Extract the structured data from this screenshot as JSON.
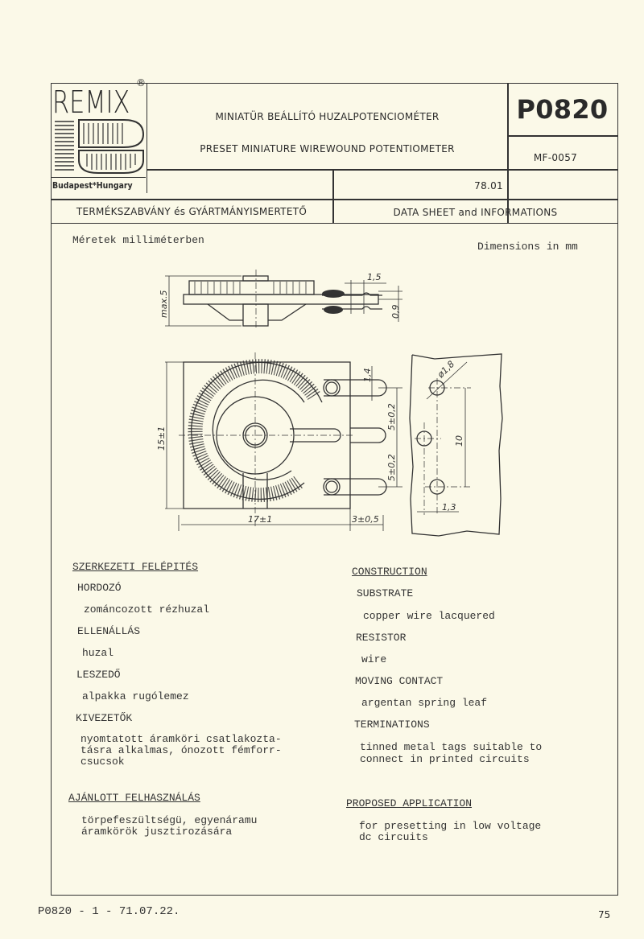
{
  "header": {
    "logo_text": "REMIX",
    "logo_registered": "®",
    "logo_location": "Budapest*Hungary",
    "title_hu": "MINIATÜR BEÁLLÍTÓ HUZALPOTENCIOMÉTER",
    "title_en": "PRESET MINIATURE WIREWOUND POTENTIOMETER",
    "part_number": "P0820",
    "standard_code": "MF-0057",
    "revision": "78.01",
    "doc_type_hu": "TERMÉKSZABVÁNY és GYÁRTMÁNYISMERTETŐ",
    "doc_type_en": "DATA SHEET and INFORMATIONS"
  },
  "dimensions": {
    "label_hu": "Méretek milliméterben",
    "label_en": "Dimensions in mm",
    "side_height": "max.5",
    "tag_width": "1,5",
    "tag_thickness": "0,9",
    "tag_width_top": "1,4",
    "pitch_upper": "5±0,2",
    "pitch_lower": "5±0,2",
    "height": "15±1",
    "width": "17±1",
    "tag_overhang": "3±0,5",
    "hole_diameter": "ø1,8",
    "hole_spacing": "10",
    "hole_offset": "1,3"
  },
  "construction_hu": {
    "heading": "SZERKEZETI FELÉPITÉS",
    "items": [
      {
        "label": "HORDOZÓ",
        "value": "zománcozott rézhuzal"
      },
      {
        "label": "ELLENÁLLÁS",
        "value": "huzal"
      },
      {
        "label": "LESZEDŐ",
        "value": "alpakka rugólemez"
      },
      {
        "label": "KIVEZETŐK",
        "value": "nyomtatott áramköri csatlakozta-\ntásra alkalmas, ónozott fémforr-\ncsucsok"
      }
    ]
  },
  "construction_en": {
    "heading": "CONSTRUCTION",
    "items": [
      {
        "label": "SUBSTRATE",
        "value": "copper wire lacquered"
      },
      {
        "label": "RESISTOR",
        "value": "wire"
      },
      {
        "label": "MOVING CONTACT",
        "value": "argentan spring leaf"
      },
      {
        "label": "TERMINATIONS",
        "value": "tinned metal tags suitable to\nconnect in printed circuits"
      }
    ]
  },
  "application_hu": {
    "heading": "AJÁNLOTT FELHASZNÁLÁS",
    "text": "törpefeszültségü, egyenáramu\náramkörök jusztirozására"
  },
  "application_en": {
    "heading": "PROPOSED APPLICATION",
    "text": "for presetting in low voltage\ndc circuits"
  },
  "footer": {
    "doc_ref": "P0820 - 1 - 71.07.22.",
    "page_number": "75"
  }
}
